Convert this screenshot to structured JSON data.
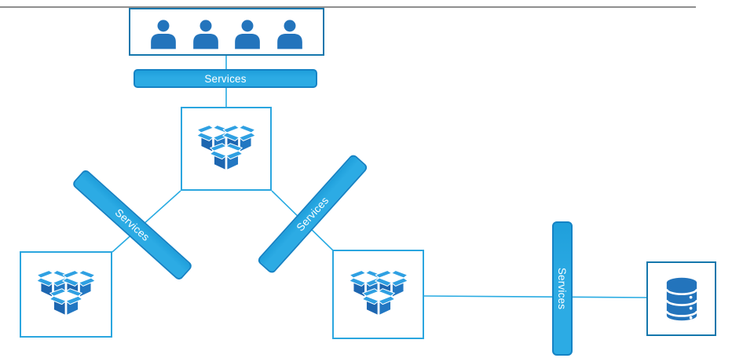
{
  "diagram": {
    "users_box": {
      "icon": "user-icon",
      "user_count": 4
    },
    "connectors": {
      "top": {
        "label": "Services"
      },
      "left": {
        "label": "Services"
      },
      "right": {
        "label": "Services"
      },
      "database": {
        "label": "Services"
      }
    },
    "nodes": {
      "center_service": {
        "icon": "open-boxes-icon"
      },
      "left_service": {
        "icon": "open-boxes-icon"
      },
      "right_service": {
        "icon": "open-boxes-icon"
      },
      "database": {
        "icon": "database-icon"
      }
    },
    "colors": {
      "bar_fill": "#2CABE4",
      "bar_border": "#1583C5",
      "icon_blue": "#2374BC",
      "flap_blue": "#2FA0E2",
      "light_node_border": "#2BA6DF",
      "dark_node_border": "#1577AC",
      "connector_line": "#29ABE2",
      "top_rule": "#8F8F8F"
    }
  }
}
